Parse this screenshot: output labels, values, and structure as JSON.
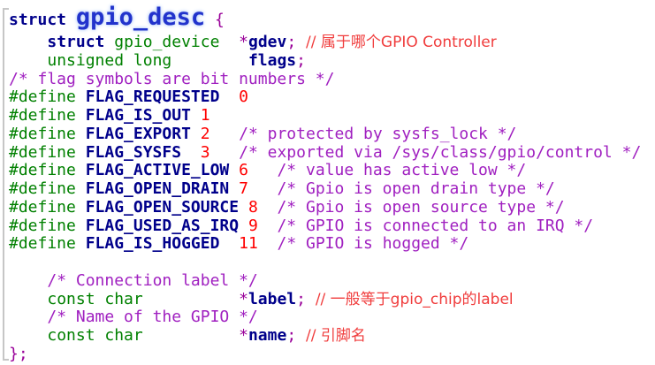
{
  "colors": {
    "background": "#ffffff",
    "keyword_navy": "#00008B",
    "struct_title_blue": "#2233cc",
    "struct_title_glow": "#a8c4f8",
    "type_green": "#008000",
    "number_red": "#ff0000",
    "comment_purple": "#a020c0",
    "annotation_red": "#f03c3c",
    "punctuation_magenta": "#990099",
    "bracket_gray": "#c6c6c6"
  },
  "code": {
    "struct_name": "gpio_desc",
    "lines": [
      {
        "big": true,
        "tokens": [
          {
            "t": "struct ",
            "s": "kw",
            "n": "keyword-struct"
          },
          {
            "t": "gpio_desc",
            "s": "title",
            "n": "struct-name"
          },
          {
            "t": " ",
            "s": "plain"
          },
          {
            "t": "{",
            "s": "punct",
            "n": "open-brace"
          }
        ]
      },
      {
        "tokens": [
          {
            "t": "    ",
            "s": "plain"
          },
          {
            "t": "struct",
            "s": "kw",
            "n": "keyword-struct"
          },
          {
            "t": " ",
            "s": "plain"
          },
          {
            "t": "gpio_device",
            "s": "type",
            "n": "type-name"
          },
          {
            "t": "  ",
            "s": "plain"
          },
          {
            "t": "*",
            "s": "punct"
          },
          {
            "t": "gdev",
            "s": "member",
            "n": "member-gdev"
          },
          {
            "t": ";",
            "s": "punct"
          },
          {
            "t": " ",
            "s": "plain"
          },
          {
            "t": "// 属于哪个GPIO Controller",
            "s": "ann",
            "n": "annotation-comment"
          }
        ]
      },
      {
        "tokens": [
          {
            "t": "    ",
            "s": "plain"
          },
          {
            "t": "unsigned long",
            "s": "type",
            "n": "type-name"
          },
          {
            "t": "        ",
            "s": "plain"
          },
          {
            "t": "flags",
            "s": "member",
            "n": "member-flags"
          },
          {
            "t": ";",
            "s": "punct"
          }
        ]
      },
      {
        "tokens": [
          {
            "t": "/* flag symbols are bit numbers */",
            "s": "com",
            "n": "block-comment"
          }
        ]
      },
      {
        "tokens": [
          {
            "t": "#define",
            "s": "type",
            "n": "preprocessor-define"
          },
          {
            "t": " ",
            "s": "plain"
          },
          {
            "t": "FLAG_REQUESTED",
            "s": "member",
            "n": "flag-name"
          },
          {
            "t": "  ",
            "s": "plain"
          },
          {
            "t": "0",
            "s": "num",
            "n": "flag-value"
          }
        ]
      },
      {
        "tokens": [
          {
            "t": "#define",
            "s": "type",
            "n": "preprocessor-define"
          },
          {
            "t": " ",
            "s": "plain"
          },
          {
            "t": "FLAG_IS_OUT",
            "s": "member",
            "n": "flag-name"
          },
          {
            "t": " ",
            "s": "plain"
          },
          {
            "t": "1",
            "s": "num",
            "n": "flag-value"
          }
        ]
      },
      {
        "tokens": [
          {
            "t": "#define",
            "s": "type",
            "n": "preprocessor-define"
          },
          {
            "t": " ",
            "s": "plain"
          },
          {
            "t": "FLAG_EXPORT",
            "s": "member",
            "n": "flag-name"
          },
          {
            "t": " ",
            "s": "plain"
          },
          {
            "t": "2",
            "s": "num",
            "n": "flag-value"
          },
          {
            "t": "   ",
            "s": "plain"
          },
          {
            "t": "/* protected by sysfs_lock */",
            "s": "com",
            "n": "block-comment"
          }
        ]
      },
      {
        "tokens": [
          {
            "t": "#define",
            "s": "type",
            "n": "preprocessor-define"
          },
          {
            "t": " ",
            "s": "plain"
          },
          {
            "t": "FLAG_SYSFS",
            "s": "member",
            "n": "flag-name"
          },
          {
            "t": "  ",
            "s": "plain"
          },
          {
            "t": "3",
            "s": "num",
            "n": "flag-value"
          },
          {
            "t": "   ",
            "s": "plain"
          },
          {
            "t": "/* exported via /sys/class/gpio/control */",
            "s": "com",
            "n": "block-comment"
          }
        ]
      },
      {
        "tokens": [
          {
            "t": "#define",
            "s": "type",
            "n": "preprocessor-define"
          },
          {
            "t": " ",
            "s": "plain"
          },
          {
            "t": "FLAG_ACTIVE_LOW",
            "s": "member",
            "n": "flag-name"
          },
          {
            "t": " ",
            "s": "plain"
          },
          {
            "t": "6",
            "s": "num",
            "n": "flag-value"
          },
          {
            "t": "   ",
            "s": "plain"
          },
          {
            "t": "/* value has active low */",
            "s": "com",
            "n": "block-comment"
          }
        ]
      },
      {
        "tokens": [
          {
            "t": "#define",
            "s": "type",
            "n": "preprocessor-define"
          },
          {
            "t": " ",
            "s": "plain"
          },
          {
            "t": "FLAG_OPEN_DRAIN",
            "s": "member",
            "n": "flag-name"
          },
          {
            "t": " ",
            "s": "plain"
          },
          {
            "t": "7",
            "s": "num",
            "n": "flag-value"
          },
          {
            "t": "   ",
            "s": "plain"
          },
          {
            "t": "/* Gpio is open drain type */",
            "s": "com",
            "n": "block-comment"
          }
        ]
      },
      {
        "tokens": [
          {
            "t": "#define",
            "s": "type",
            "n": "preprocessor-define"
          },
          {
            "t": " ",
            "s": "plain"
          },
          {
            "t": "FLAG_OPEN_SOURCE",
            "s": "member",
            "n": "flag-name"
          },
          {
            "t": " ",
            "s": "plain"
          },
          {
            "t": "8",
            "s": "num",
            "n": "flag-value"
          },
          {
            "t": "  ",
            "s": "plain"
          },
          {
            "t": "/* Gpio is open source type */",
            "s": "com",
            "n": "block-comment"
          }
        ]
      },
      {
        "tokens": [
          {
            "t": "#define",
            "s": "type",
            "n": "preprocessor-define"
          },
          {
            "t": " ",
            "s": "plain"
          },
          {
            "t": "FLAG_USED_AS_IRQ",
            "s": "member",
            "n": "flag-name"
          },
          {
            "t": " ",
            "s": "plain"
          },
          {
            "t": "9",
            "s": "num",
            "n": "flag-value"
          },
          {
            "t": "  ",
            "s": "plain"
          },
          {
            "t": "/* GPIO is connected to an IRQ */",
            "s": "com",
            "n": "block-comment"
          }
        ]
      },
      {
        "tokens": [
          {
            "t": "#define",
            "s": "type",
            "n": "preprocessor-define"
          },
          {
            "t": " ",
            "s": "plain"
          },
          {
            "t": "FLAG_IS_HOGGED",
            "s": "member",
            "n": "flag-name"
          },
          {
            "t": "  ",
            "s": "plain"
          },
          {
            "t": "11",
            "s": "num",
            "n": "flag-value"
          },
          {
            "t": "  ",
            "s": "plain"
          },
          {
            "t": "/* GPIO is hogged */",
            "s": "com",
            "n": "block-comment"
          }
        ]
      },
      {
        "tokens": []
      },
      {
        "tokens": [
          {
            "t": "    ",
            "s": "plain"
          },
          {
            "t": "/* Connection label */",
            "s": "com",
            "n": "block-comment"
          }
        ]
      },
      {
        "tokens": [
          {
            "t": "    ",
            "s": "plain"
          },
          {
            "t": "const char",
            "s": "type",
            "n": "type-name"
          },
          {
            "t": "          ",
            "s": "plain"
          },
          {
            "t": "*",
            "s": "punct"
          },
          {
            "t": "label",
            "s": "member",
            "n": "member-label"
          },
          {
            "t": ";",
            "s": "punct"
          },
          {
            "t": " ",
            "s": "plain"
          },
          {
            "t": "// 一般等于gpio_chip的label",
            "s": "ann",
            "n": "annotation-comment"
          }
        ]
      },
      {
        "tokens": [
          {
            "t": "    ",
            "s": "plain"
          },
          {
            "t": "/* Name of the GPIO */",
            "s": "com",
            "n": "block-comment"
          }
        ]
      },
      {
        "tokens": [
          {
            "t": "    ",
            "s": "plain"
          },
          {
            "t": "const char",
            "s": "type",
            "n": "type-name"
          },
          {
            "t": "          ",
            "s": "plain"
          },
          {
            "t": "*",
            "s": "punct"
          },
          {
            "t": "name",
            "s": "member",
            "n": "member-name"
          },
          {
            "t": ";",
            "s": "punct"
          },
          {
            "t": " ",
            "s": "plain"
          },
          {
            "t": "// 引脚名",
            "s": "ann",
            "n": "annotation-comment"
          }
        ]
      },
      {
        "tokens": [
          {
            "t": "};",
            "s": "punct",
            "n": "close-brace"
          }
        ]
      }
    ]
  }
}
